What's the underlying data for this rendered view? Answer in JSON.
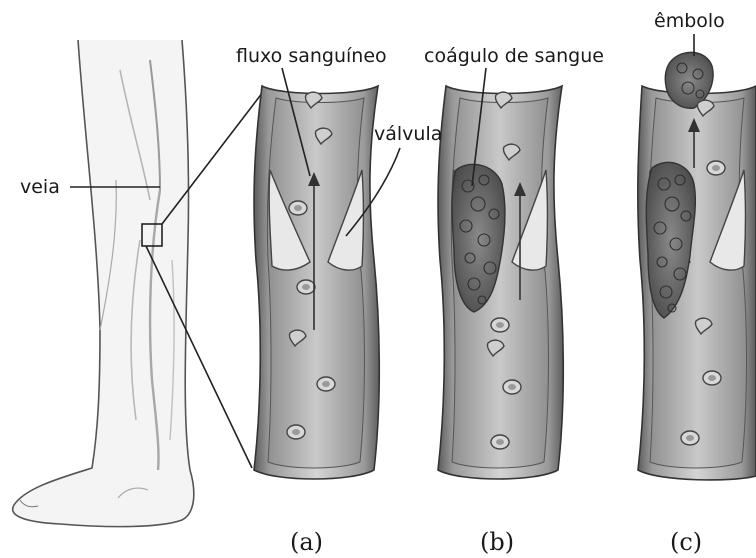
{
  "labels": {
    "veia": "veia",
    "fluxo": "fluxo sanguíneo",
    "valvula": "válvula",
    "coagulo": "coágulo de sangue",
    "embolo": "êmbolo"
  },
  "captions": {
    "a": "(a)",
    "b": "(b)",
    "c": "(c)"
  }
}
